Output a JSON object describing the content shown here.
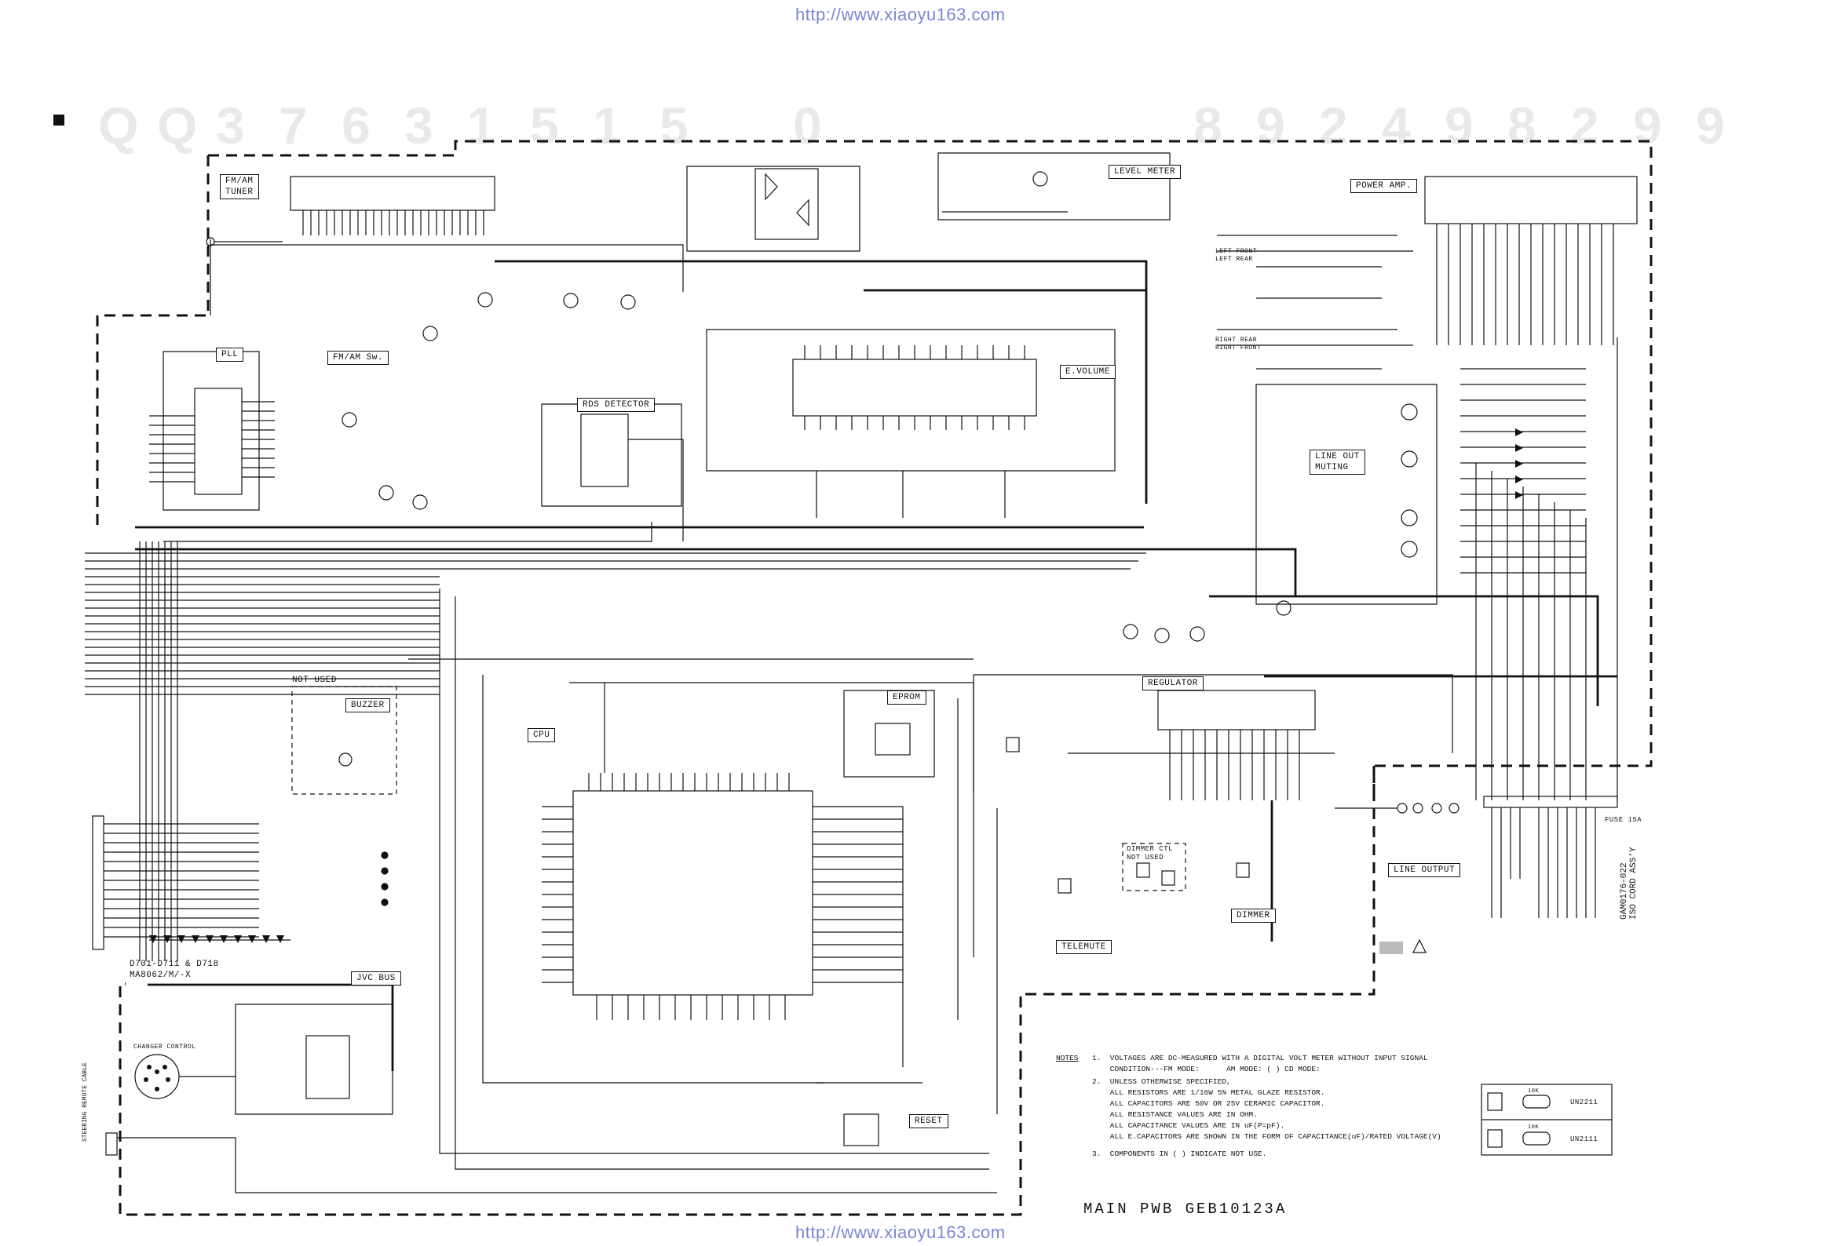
{
  "urls": {
    "top": "http://www.xiaoyu163.com",
    "bottom": "http://www.xiaoyu163.com"
  },
  "watermark_digits": [
    "Q",
    "Q",
    "3",
    "7",
    "6",
    "3",
    "1",
    "5",
    "1",
    "5",
    "0",
    "8",
    "9",
    "2",
    "4",
    "9",
    "8",
    "2",
    "9",
    "9"
  ],
  "blocks": {
    "tuner": "FM/AM\nTUNER",
    "pll": "PLL",
    "fm_am_sw": "FM/AM Sw.",
    "rds_detector": "RDS DETECTOR",
    "level_meter": "LEVEL METER",
    "power_amp": "POWER AMP.",
    "e_volume": "E.VOLUME",
    "line_out_muting": "LINE OUT\nMUTING",
    "regulator": "REGULATOR",
    "cpu": "CPU",
    "eprom": "EPROM",
    "buzzer": "BUZZER",
    "not_used": "NOT USED",
    "jvc_bus": "JVC BUS",
    "reset": "RESET",
    "telemute": "TELEMUTE",
    "dimmer": "DIMMER",
    "dimmer_ctl": "DIMMER CTL\nNOT USED",
    "line_output": "LINE OUTPUT",
    "changer_control": "CHANGER CONTROL",
    "diode_note": "D701-D711 & D718\nMA8062/M/-X",
    "iso_assy": "GAM0176-022\nISO CORD ASS'Y",
    "fuse": "FUSE 15A",
    "steering": "STEERING REMOTE CABLE",
    "left_front": "LEFT FRONT",
    "left_rear": "LEFT REAR",
    "right_rear": "RIGHT REAR",
    "right_front": "RIGHT FRONT"
  },
  "notes": {
    "heading": "NOTES",
    "lines": [
      "1.  VOLTAGES ARE DC-MEASURED WITH A DIGITAL VOLT METER WITHOUT INPUT SIGNAL",
      "    CONDITION---FM MODE:      AM MODE: ( ) CD MODE:",
      "2.  UNLESS OTHERWISE SPECIFIED,",
      "    ALL RESISTORS ARE 1/16W 5% METAL GLAZE RESISTOR.",
      "    ALL CAPACITORS ARE 50V OR 25V CERAMIC CAPACITOR.",
      "    ALL RESISTANCE VALUES ARE IN OHM.",
      "    ALL CAPACITANCE VALUES ARE IN uF(P=pF).",
      "    ALL E.CAPACITORS ARE SHOWN IN THE FORM OF CAPACITANCE(uF)/RATED VOLTAGE(V)",
      "3.  COMPONENTS IN ( ) INDICATE NOT USE."
    ]
  },
  "legend": {
    "un2211": "UN2211",
    "un2111": "UN2111",
    "r_top": "10K",
    "r_bottom": "10K"
  },
  "title": "MAIN PWB  GEB10123A"
}
